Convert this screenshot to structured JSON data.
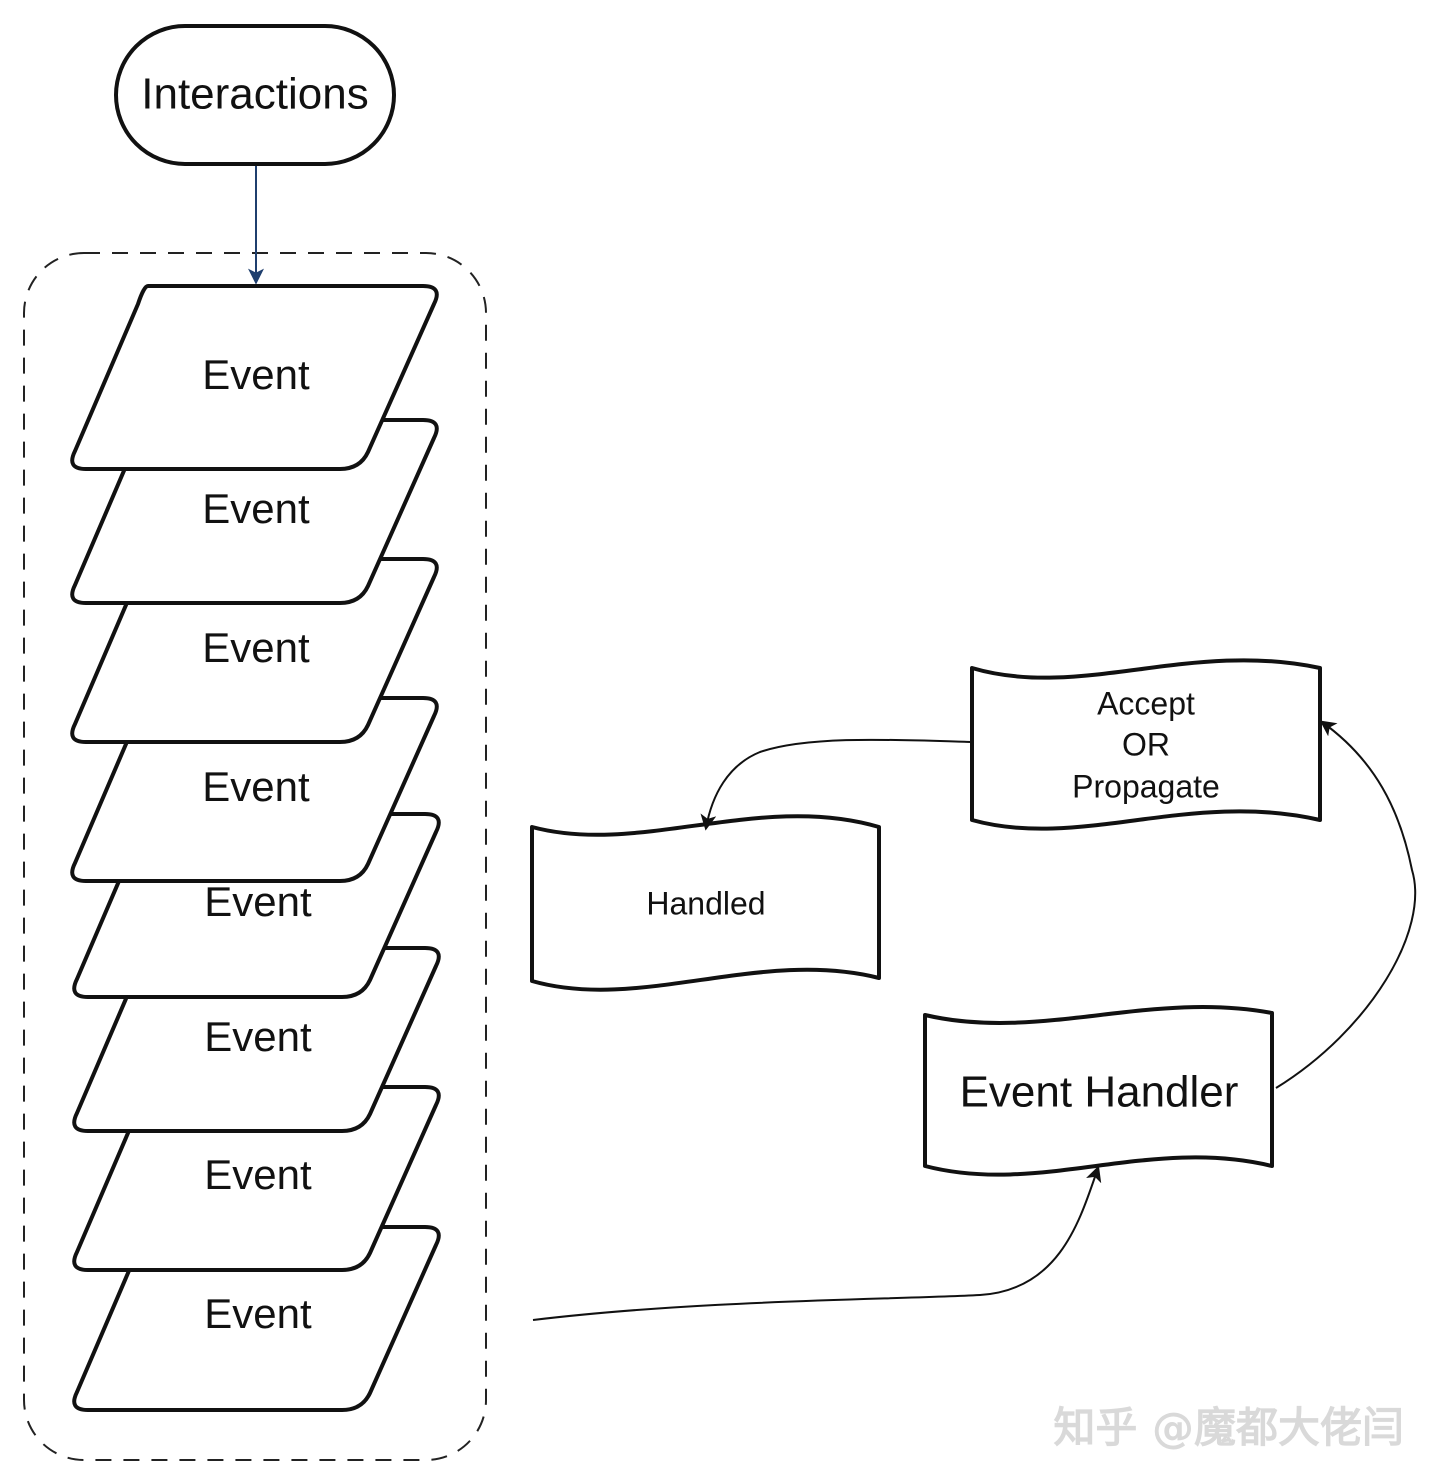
{
  "diagram": {
    "start_label": "Interactions",
    "events": [
      "Event",
      "Event",
      "Event",
      "Event",
      "Event",
      "Event",
      "Event",
      "Event"
    ],
    "handler_label": "Event Handler",
    "decision_lines": [
      "Accept",
      "OR",
      "Propagate"
    ],
    "handled_label": "Handled",
    "connections": [
      {
        "from": "Interactions",
        "to": "Event"
      },
      {
        "from": "Event",
        "to": "Event Handler"
      },
      {
        "from": "Event Handler",
        "to": "Accept OR Propagate"
      },
      {
        "from": "Accept OR Propagate",
        "to": "Handled"
      }
    ],
    "colors": {
      "stroke": "#111111",
      "arrow_blue": "#1f3f6e",
      "watermark": "#d9d9d9"
    }
  },
  "watermark": "知乎 @魔都大佬闫"
}
